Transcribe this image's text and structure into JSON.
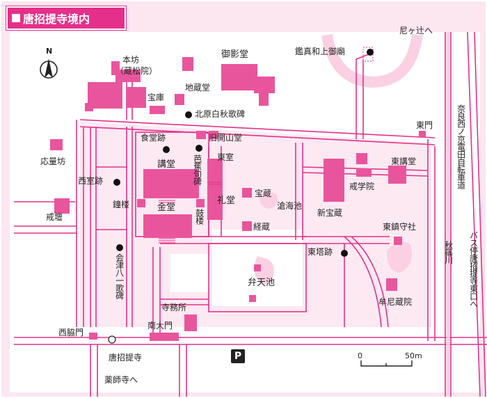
{
  "title": "唐招提寺境内",
  "compass_label": "N",
  "parking_label": "P",
  "scale": {
    "zero": "0",
    "max": "50m"
  },
  "colors": {
    "building": "#e9559c",
    "road": "#e4308a",
    "area": "#fbe3ef",
    "pond": "#fbd6e6"
  },
  "labels": {
    "honbo": "本坊",
    "zoshoin": "（蔵松院）",
    "mieido": "御影堂",
    "ganjin_byo": "鑑真和上御廟",
    "amagatsuji": "尼ヶ辻へ",
    "hozo": "宝庫",
    "jizodo": "地蔵堂",
    "kitahara": "北原白秋歌碑",
    "jikido": "食堂跡",
    "kyukaisan": "旧開山堂",
    "higashimon": "東門",
    "nara_road": "奈良西ノ京電田自転車道",
    "oryobo": "応量坊",
    "kodo": "講堂",
    "basho": "芭蕉句碑",
    "higashimuro": "東室",
    "higashikodo": "東講堂",
    "kaigakuin": "戒学院",
    "nishimuro": "西室跡",
    "shoro": "鐘楼",
    "hozo2": "宝蔵",
    "raido": "礼堂",
    "sokaichi": "滄海池",
    "shinhozo": "新宝蔵",
    "kondo": "金堂",
    "kaidan": "戒壇",
    "koro": "鼓楼",
    "kyozo": "経蔵",
    "higashichinju": "東鎮守社",
    "aizu": "会津八一歌碑",
    "tototo": "東塔跡",
    "bus_stop": "バス停唐招提寺東口へ",
    "akishino": "秋篠川",
    "bentenike": "弁天池",
    "munion": "牟尼蔵院",
    "jimusho": "寺務所",
    "nandaimon": "南大門",
    "nishiwakimon": "西脇門",
    "toshodaiji": "唐招提寺",
    "yakushiji": "薬師寺へ"
  }
}
